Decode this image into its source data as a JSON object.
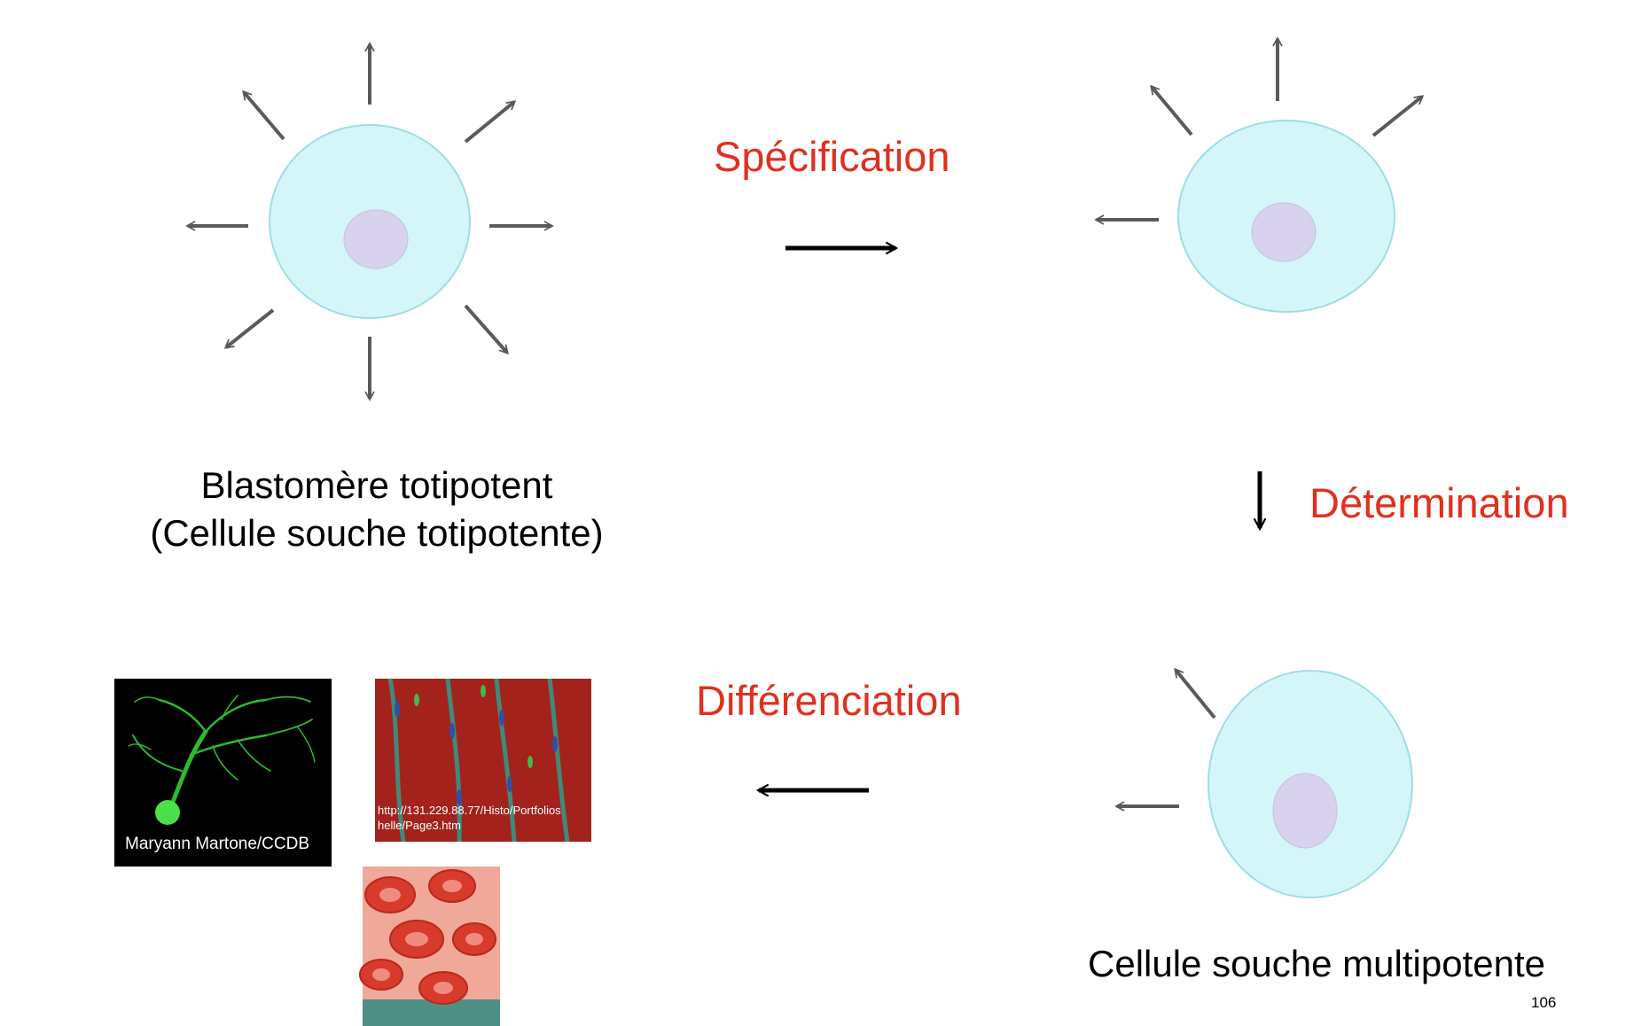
{
  "labels": {
    "totipotent_line1": "Blastomère totipotent",
    "totipotent_line2": "(Cellule souche totipotente)",
    "multipotent": "Cellule souche multipotente"
  },
  "steps": {
    "specification": "Spécification",
    "determination": "Détermination",
    "differenciation": "Différenciation"
  },
  "images": {
    "neuron": {
      "caption": "Maryann Martone/CCDB"
    },
    "muscle": {
      "caption_line1": "http://131.229.88.77/Histo/Portfolios",
      "caption_line2": "helle/Page3.htm"
    },
    "blood": {}
  },
  "page_number": "106",
  "colors": {
    "step_text": "#e0301e",
    "cell_fill": "#d4f6f8",
    "nucleus_fill": "#d8d2ee",
    "potency_arrow": "#5a5a5a",
    "process_arrow": "#000000"
  }
}
